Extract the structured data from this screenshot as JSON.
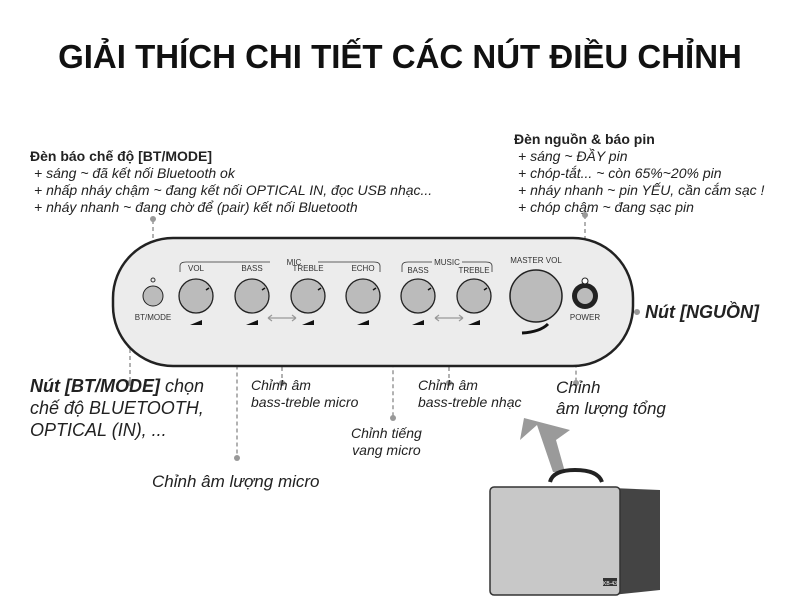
{
  "title": "GIẢI THÍCH CHI TIẾT CÁC NÚT ĐIỀU CHỈNH",
  "mode_note": {
    "heading": "Đèn báo chế độ [BT/MODE]",
    "lines": [
      "+ sáng ~ đã kết nối Bluetooth ok",
      "+ nhấp nháy chậm ~ đang kết nối OPTICAL IN, đọc USB nhạc...",
      "+ nháy nhanh ~ đang chờ để (pair) kết nối Bluetooth"
    ]
  },
  "power_note": {
    "heading": "Đèn nguồn & báo pin",
    "lines": [
      "+ sáng ~ ĐẦY pin",
      "+ chóp-tắt... ~ còn 65%~20% pin",
      "+ nháy nhanh ~ pin YẾU, cần cắm sạc !",
      "+ chóp chậm ~ đang sạc pin"
    ]
  },
  "panel": {
    "group_mic": "MIC",
    "group_music": "MUSIC",
    "knobs": [
      "VOL",
      "BASS",
      "TREBLE",
      "ECHO",
      "BASS",
      "TREBLE"
    ],
    "master": "MASTER VOL",
    "bt_mode": "BT/MODE",
    "power": "POWER"
  },
  "labels": {
    "power_button": "Nút [NGUỒN]",
    "bt_mode_1_bold": "Nút [BT/MODE]",
    "bt_mode_1_rest": " chọn",
    "bt_mode_2": "chế độ BLUETOOTH,",
    "bt_mode_3": "OPTICAL (IN), ...",
    "mic_bass_treble_1": "Chỉnh âm",
    "mic_bass_treble_2": "bass-treble micro",
    "echo_1": "Chỉnh tiếng",
    "echo_2": "vang micro",
    "music_bass_treble_1": "Chỉnh âm",
    "music_bass_treble_2": "bass-treble nhạc",
    "master_1": "Chỉnh",
    "master_2": "âm lượng tổng",
    "mic_volume": "Chỉnh âm lượng micro"
  },
  "speaker_logo": "KB-43"
}
